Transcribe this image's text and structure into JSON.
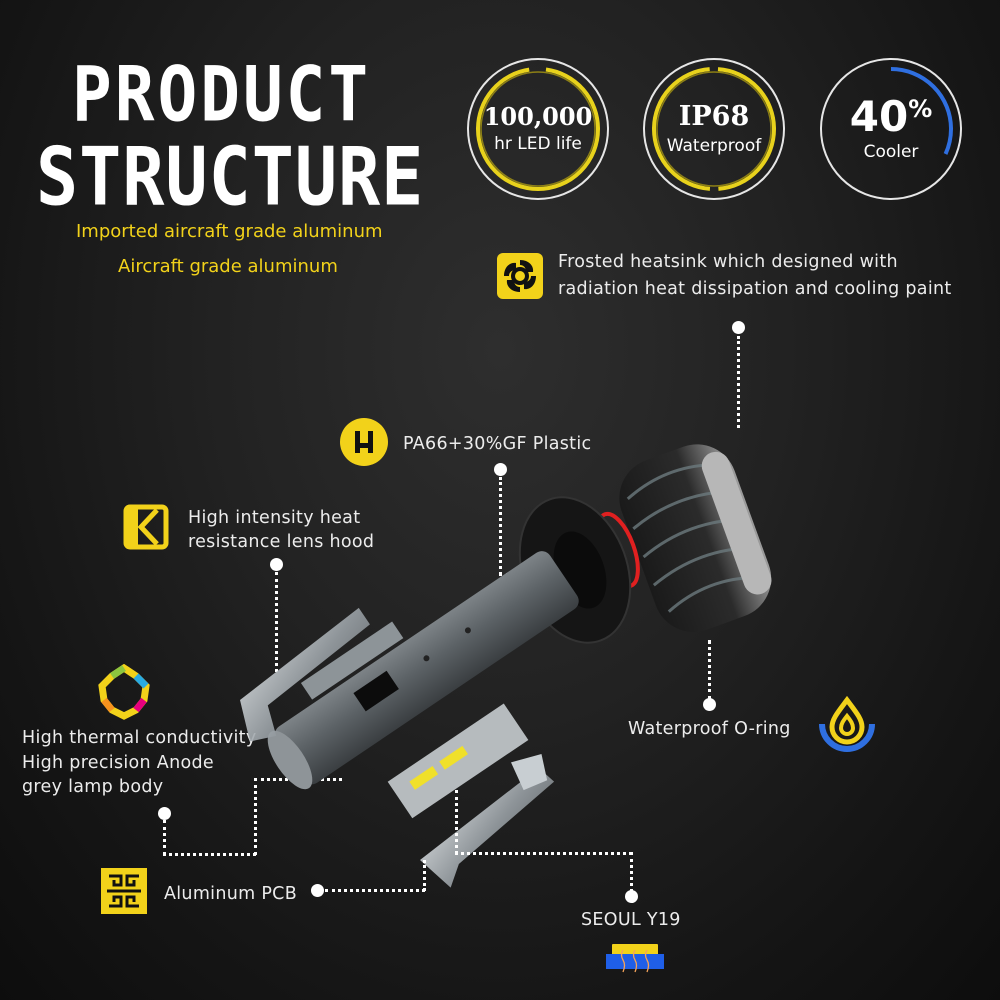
{
  "header": {
    "title_line1": "PRODUCT",
    "title_line2": "STRUCTURE",
    "subtitle_line1": "Imported aircraft grade aluminum",
    "subtitle_line2": "Aircraft grade aluminum"
  },
  "badges": [
    {
      "value": "100,000",
      "label": "hr LED life",
      "ring_color": "#e8d21c"
    },
    {
      "value": "IP68",
      "label": "Waterproof",
      "ring_color": "#e8d21c"
    },
    {
      "value": "40",
      "unit": "%",
      "label": "Cooler",
      "ring_color": "#2f6fe0"
    }
  ],
  "callouts": {
    "heatsink": {
      "icon": "fan-icon",
      "line1": "Frosted heatsink which designed with",
      "line2": "radiation heat dissipation and cooling paint"
    },
    "plastic": {
      "icon": "plastic-h-icon",
      "text": "PA66+30%GF Plastic"
    },
    "lens_hood": {
      "icon": "k-bracket-icon",
      "line1": "High intensity heat",
      "line2": "resistance lens hood"
    },
    "lamp_body": {
      "icon": "flower-ring-icon",
      "line1": "High thermal conductivity",
      "line2": "High precision Anode",
      "line3": "grey lamp body"
    },
    "o_ring": {
      "icon": "water-drop-icon",
      "text": "Waterproof O-ring"
    },
    "pcb": {
      "icon": "greek-key-icon",
      "text": "Aluminum PCB"
    },
    "chip": {
      "icon": "led-chip-icon",
      "text": "SEOUL Y19"
    }
  },
  "colors": {
    "accent_yellow": "#f2d21a",
    "accent_blue": "#2f6fe0",
    "o_ring_red": "#e02020",
    "background": "#1c1c1c"
  }
}
